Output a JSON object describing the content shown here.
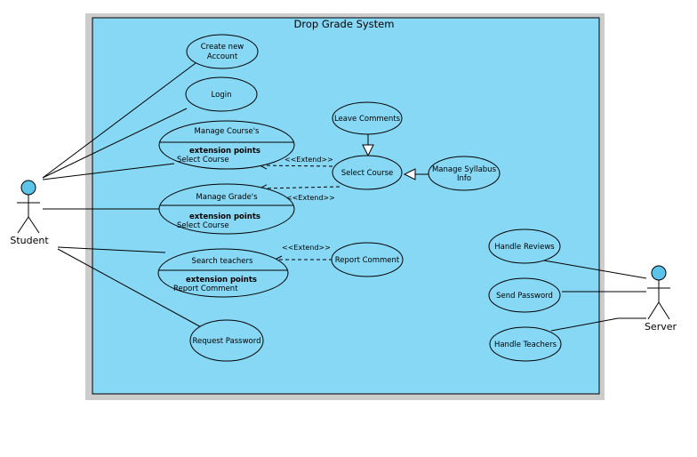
{
  "system": {
    "title": "Drop Grade System",
    "fill_color": "#87d8f5",
    "frame_color": "#cccccc"
  },
  "actors": {
    "student": "Student",
    "server": "Server",
    "head_color": "#5bc4e8"
  },
  "use_cases": {
    "create_account": [
      "Create new",
      "Account"
    ],
    "login": "Login",
    "manage_courses": {
      "name": "Manage Course's",
      "ext_title": "extension points",
      "ext_point": "Select Course"
    },
    "manage_grades": {
      "name": "Manage Grade's",
      "ext_title": "extension points",
      "ext_point": "Select Course"
    },
    "search_teachers": {
      "name": "Search teachers",
      "ext_title": "extension points",
      "ext_point": "Report Comment"
    },
    "request_password": "Request Password",
    "leave_comments": "Leave Comments",
    "select_course": "Select Course",
    "manage_syllabus": [
      "Manage Syllabus",
      "Info"
    ],
    "report_comment": "Report Comment",
    "handle_reviews": "Handle Reviews",
    "send_password": "Send Password",
    "handle_teachers": "Handle Teachers"
  },
  "relations": {
    "extend_label": "<<Extend>>"
  }
}
